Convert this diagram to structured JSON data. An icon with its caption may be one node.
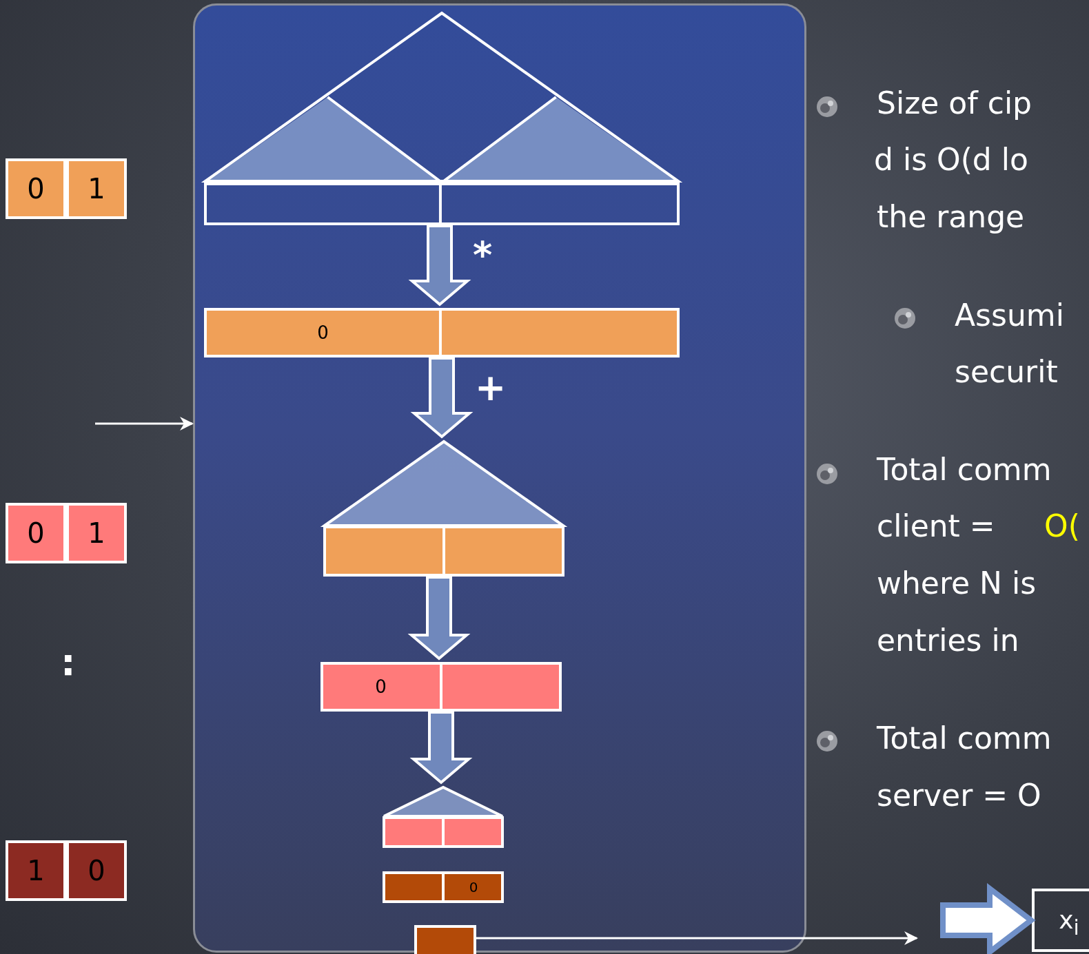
{
  "diagram": {
    "nodes": [
      {
        "text": [
          "0"
        ]
      },
      {
        "text": [
          "1"
        ]
      },
      {
        "text": [
          "0"
        ]
      },
      {
        "text": [
          "1"
        ]
      },
      {
        "text": [
          "1"
        ]
      },
      {
        "text": [
          "0"
        ]
      },
      {
        "text": [],
        "shape": "box"
      },
      {
        "text": [],
        "shape": "box",
        "in": 6
      },
      {
        "text": [
          "0"
        ],
        "in": 6
      },
      {
        "text": [],
        "shape": "box",
        "in": 6
      },
      {
        "text": [
          "0"
        ],
        "in": 6
      },
      {
        "text": [],
        "shape": "box",
        "in": 6
      },
      {
        "text": [
          "0"
        ],
        "in": 6
      },
      {
        "text": [],
        "shape": "box",
        "in": 6
      },
      {
        "text": [
          "x$_{i}$"
        ]
      }
    ],
    "edges": [
      {
        "from": null,
        "to": 6,
        "arrow": "to"
      },
      {
        "from": 7,
        "to": 8,
        "arrow": "to",
        "label": "*",
        "style": "thick"
      },
      {
        "from": 8,
        "to": 9,
        "arrow": "to",
        "label": "+",
        "style": "thick"
      },
      {
        "from": 9,
        "to": 10,
        "arrow": "to",
        "style": "thick"
      },
      {
        "from": 10,
        "to": 11,
        "arrow": "to",
        "style": "thick"
      },
      {
        "from": 13,
        "to": null,
        "arrow": "to"
      },
      {
        "from": null,
        "to": 14,
        "arrow": "to",
        "style": "thick",
        "color": "#7090c8"
      }
    ],
    "labels": [
      ":",
      "Size of cip",
      "d is O(d lo",
      "the range",
      "Assumi",
      "securit",
      "Total comm",
      "client =",
      "O(",
      "where N is",
      "entries in",
      "Total comm",
      "server = O"
    ]
  }
}
